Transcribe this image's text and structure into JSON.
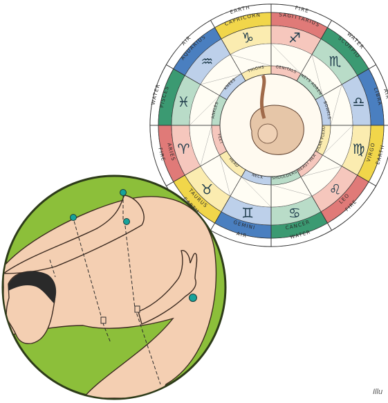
{
  "elements": [
    "EARTH",
    "FIRE",
    "WATER",
    "AIR",
    "EARTH",
    "FIRE",
    "WATER",
    "AIR",
    "EARTH",
    "FIRE",
    "WATER",
    "AIR"
  ],
  "signs": [
    "CAPRICORN",
    "SAGITTARIUS",
    "SCORPIO",
    "LIBRA",
    "VIRGO",
    "LEO",
    "CANCER",
    "GEMINI",
    "TAURUS",
    "ARIES",
    "PISCES",
    "AQUARIUS"
  ],
  "glyphs": [
    "♑",
    "♐",
    "♏",
    "♎",
    "♍",
    "♌",
    "♋",
    "♊",
    "♉",
    "♈",
    "♓",
    "♒"
  ],
  "body_parts": [
    "THIGHS",
    "GENITALS",
    "KIDNEYS ADRENALS",
    "BOWELS",
    "SOLAR PLEXUS",
    "BREAST HEART",
    "SHOULDERS",
    "NECK",
    "HEAD",
    "FEET",
    "ANKLES",
    "KNEES"
  ],
  "colors": {
    "fire": "#e07a78",
    "earth": "#f1d64a",
    "air": "#4a7fc0",
    "water": "#3b9a72",
    "figure_bg": "#8cbf3a",
    "skin": "#f4cfb2",
    "acupoint": "#17a39b"
  },
  "caption": "Illu"
}
